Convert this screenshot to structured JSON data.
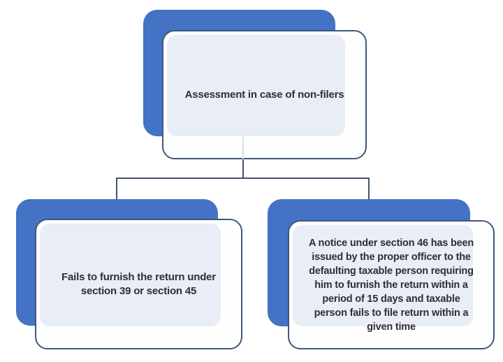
{
  "diagram": {
    "type": "flowchart",
    "nodes": [
      {
        "id": "root",
        "label": "Assessment in case of non-filers",
        "lines": [
          "Assessment in case of non-filers"
        ]
      },
      {
        "id": "child-1",
        "label": "Fails to furnish the return under section 39 or section 45",
        "lines": [
          "Fails to furnish the return under",
          "section 39 or section 45"
        ]
      },
      {
        "id": "child-2",
        "label": "A notice under section 46 has been issued by the proper officer to the defaulting taxable person requiring him to furnish the return within a period of 15 days and taxable person fails to file return within a given time",
        "lines": [
          "A notice under section 46 has been",
          "issued by the proper officer to the",
          "defaulting taxable person requiring",
          "him to furnish the return within a",
          "period of 15 days and taxable",
          "person fails to file return within a",
          "given time"
        ]
      }
    ],
    "colors": {
      "accent_blue": "#4472C4",
      "panel_fill": "#E9EDF6",
      "box_fill": "#FEFEFE",
      "box_border": "#41567F",
      "connector": "#44546A",
      "faint_stem": "#D8DDE9",
      "text": "#2F2F2F"
    }
  }
}
